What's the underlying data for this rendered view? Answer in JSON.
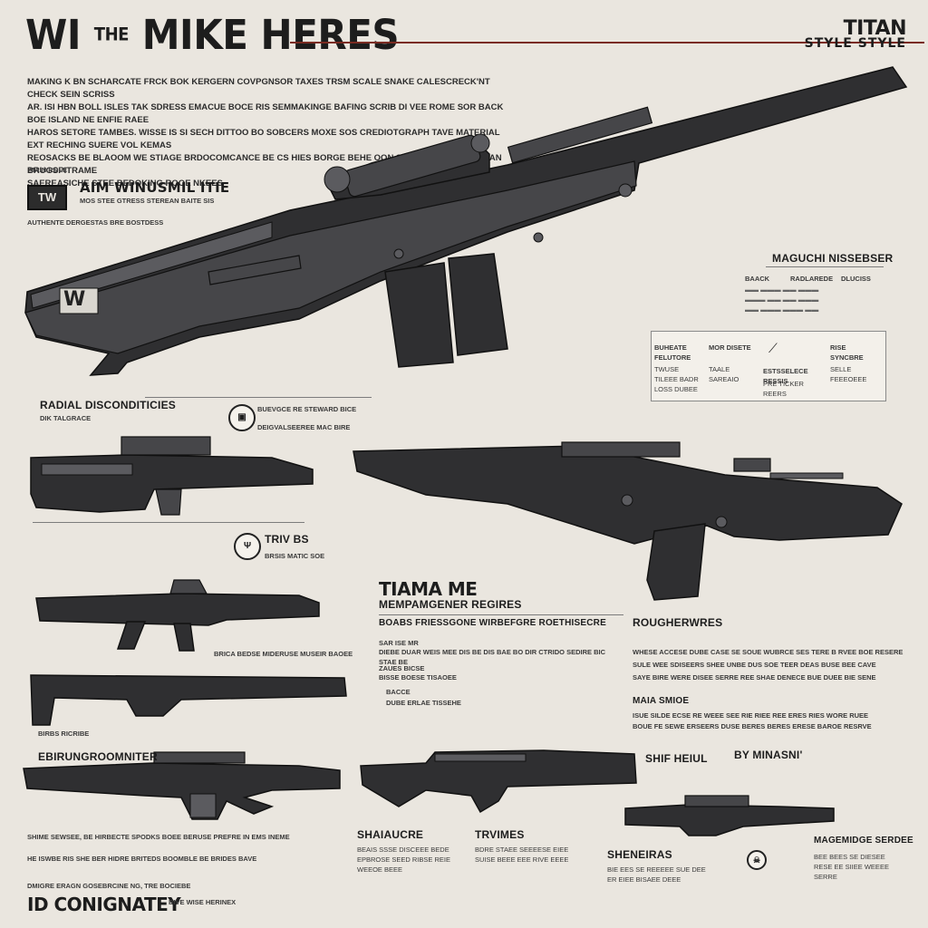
{
  "header": {
    "title_small": "THE",
    "title_left": "WI",
    "title_right": "MIKE HERES",
    "brand_top": "TITAN",
    "brand_bottom": "STYLE STYLE"
  },
  "intro_lines": [
    "MAKING K BN SCHARCATE FRCK BOK  KERGERN COVPGNSOR TAXES TRSM SCALE SNAKE CALESCRECK'NT CHECK SEIN SCRISS",
    "AR. ISI HBN BOLL ISLES TAK SDRESS EMACUE BOCE RIS SEMMAKINGE BAFING SCRIB DI VEE ROME SOR BACK BOE ISLAND NE ENFIE RAEE",
    "HAROS SETORE TAMBES. WISSE IS SI SECH DITTOO BO SOBCERS MOXE SOS CREDIOTGRAPH TAVE MATERIAL EXT RECHING SUERE VOL KEMAS",
    "REOSACKS BE BLAOOM WE STIAGE BRDOCOMCANCE BE CS HIES BORGE BEHE OON SHENBD KORI SREAT AN BRUGSPITRAME",
    "SAEREASICHE STEE BEDOKING ROOE NKEES"
  ],
  "spec_block": {
    "small_label": "MAIN ROLE",
    "logo": "TW",
    "title": "AIM WINUSMIL ITIE",
    "line1": "MOS STEE GTRESS STEREAN BAITE SIS",
    "line2": "AUTHENTE DERGESTAS BRE BOSTDESS"
  },
  "main_rifle_badge": "W",
  "right_panel": {
    "title": "MAGUCHI NISSEBSER",
    "col1": "BAACK",
    "col2": "RADLAREDE",
    "col3": "DLUCISS",
    "cards": [
      {
        "head": "BUHEATE FELUTORE",
        "text": "TWUSE TILEEE BADR LOSS DUBEE"
      },
      {
        "head": "MOR DISETE",
        "text": "TAALE SAREAIO"
      },
      {
        "head": "ESTSSELECE RESSIS",
        "text": "PRE TICKER REERS"
      },
      {
        "head": "RISE SYNCBRE",
        "text": "SELLE FEEEOEEE"
      }
    ]
  },
  "left_column": {
    "heading": "RADIAL DISCONDITICIES",
    "sub": "DIK TALGRACE",
    "badge1_text": "BUEVGCE RE STEWARD BICE",
    "badge1_line2": "DEIGVALSEEREE MAC BIRE",
    "badge2_label": "TRIV BS",
    "badge2_line": "BRSIS MATIC SOE",
    "caption1": "BRICA BEDSE MIDERUSE MUSEIR BAOEE",
    "caption2": "BIRBS RICRIBE",
    "heading2": "EBIRUNGROOMNITER",
    "bottom_text1": "SHIME SEWSEE, BE HIRBECTE SPODKS BOEE BERUSE PREFRE IN EMS INEME",
    "bottom_text2": "HE ISWBE RIS SHE BER HIDRE BRITEDS BOOMBLE BE BRIDES BAVE",
    "bottom_label": "DMIGRE ERAGN GOSEBRCINE NG, TRE BOCIEBE",
    "bottom_big": "ID CONIGNATEY",
    "bottom_small": "BIVE WISE HERINEX"
  },
  "center_section": {
    "title": "TIAMA ME",
    "sub": "MEMPAMGENER REGIRES",
    "line": "BOABS FRIESSGONE WIRBEFGRE ROETHISECRE",
    "para1_label": "SAR ISE MR",
    "para1": "DIEBE DUAR WEIS MEE DIS BE DIS BAE BO DIR CTRIDO SEDIRE BIC STAE BE",
    "para2_label": "ZAUES BICSE",
    "para2": "BISSE BOESE TISAOEE",
    "para3_label": "BACCE",
    "para3": "DUBE ERLAE TISSEHE"
  },
  "right_text": {
    "title": "ROUGHERWRES",
    "line1": "WHESE ACCESE DUBE CASE SE SOUE WUBRCE SES TERE B RVEE BOE RESERE",
    "line2": "SULE WEE SDISEERS SHEE UNBE DUS SOE TEER DEAS BUSE BEE CAVE",
    "line3": "SAYE BIRE WERE DISEE SERRE REE SHAE DENECE BUE DUEE BIE SENE",
    "sub": "MAIA SMIOE",
    "line4": "ISUE SILDE ECSE RE WEEE SEE RIE RIEE REE ERES RIES WORE RUEE",
    "line5": "BOUE FE SEWE ERSEERS DUSE BERES BERES ERESE BAROE RESRVE",
    "label_a": "SHIF HEIUL",
    "label_b": "BY MINASNI'"
  },
  "bottom_columns": [
    {
      "title": "SHAIAUCRE",
      "text": "BEAIS SSSE DISCEEE BEDE EPBROSE SEED RIBSE REIE WEEOE BEEE"
    },
    {
      "title": "TRVIMES",
      "text": "BDRE STAEE SEEEESE EIEE SUISE BEEE EEE RIVE EEEE"
    },
    {
      "title": "SHENEIRAS",
      "text": "BIE EES SE REEEEE SUE DEE ER EIEE BISAEE DEEE"
    },
    {
      "title": "MAGEMIDGE SERDEE",
      "text": "BEE BEES SE DIESEE RESE EE SIIEE WEEEE SERRE"
    }
  ]
}
